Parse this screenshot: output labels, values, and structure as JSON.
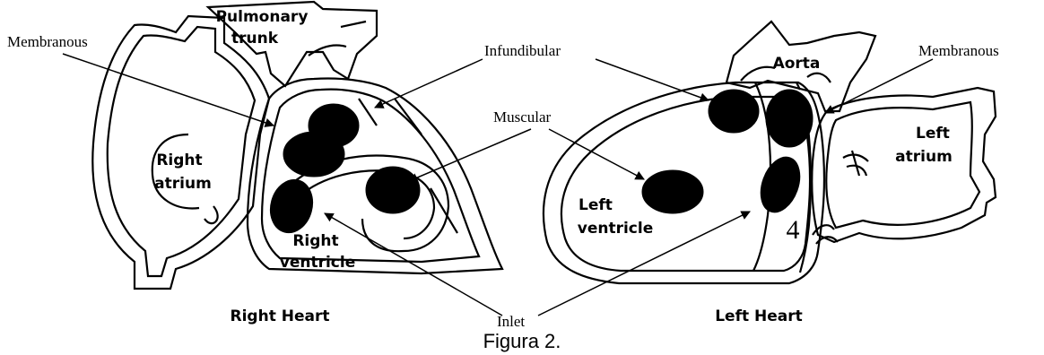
{
  "figure": {
    "caption": "Figura 2.",
    "panels": {
      "right_heart": {
        "title": "Right Heart",
        "labels": {
          "pulmonary": "Pulmonary",
          "trunk": "trunk",
          "right_atrium_1": "Right",
          "right_atrium_2": "atrium",
          "right_ventricle_1": "Right",
          "right_ventricle_2": "ventricle"
        }
      },
      "left_heart": {
        "title": "Left Heart",
        "labels": {
          "aorta": "Aorta",
          "left_atrium_1": "Left",
          "left_atrium_2": "atrium",
          "left_ventricle_1": "Left",
          "left_ventricle_2": "ventricle",
          "number": "4"
        }
      }
    },
    "callouts": {
      "membranous_left": "Membranous",
      "infundibular": "Infundibular",
      "membranous_right": "Membranous",
      "muscular": "Muscular",
      "inlet": "Inlet"
    }
  }
}
